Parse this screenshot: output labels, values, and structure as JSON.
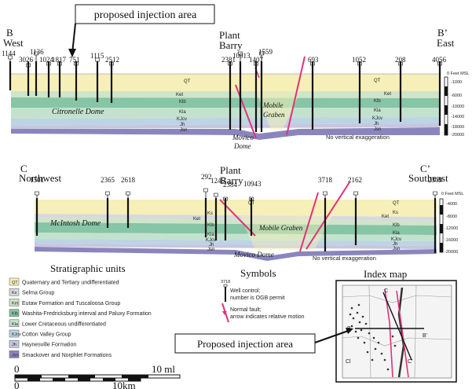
{
  "callout_top": "proposed injection area",
  "section1": {
    "left": {
      "letter": "B",
      "dir": "West"
    },
    "right": {
      "letter": "B’",
      "dir": "East"
    },
    "plant": [
      "Plant",
      "Barry"
    ],
    "wells": [
      "1144",
      "3026",
      "1136",
      "1024",
      "1817",
      "751",
      "1115",
      "2512",
      "2381",
      "10913",
      "1407",
      "1559",
      "693",
      "1052",
      "208",
      "4056"
    ],
    "units": [
      "QT",
      "Ket",
      "Klb",
      "Kla",
      "KJcv",
      "Jh",
      "Jsn"
    ],
    "units_right": [
      "QT",
      "Ket",
      "Klb",
      "Kla",
      "KJcv",
      "Jh",
      "Jsn"
    ],
    "dome": "Citronelle Dome",
    "graben": [
      "Mobile",
      "Graben"
    ],
    "movico": [
      "Movico",
      "Dome"
    ],
    "noexag": "No vertical exaggeration",
    "depth_title": "0 Feet MSL",
    "depth_ticks": [
      "-1000",
      "-6000",
      "-10000",
      "-14000",
      "-18000",
      "-20000"
    ]
  },
  "section2": {
    "left": {
      "letter": "C",
      "dir": "Northwest"
    },
    "right": {
      "letter": "C’",
      "dir": "Southeast"
    },
    "plant": [
      "Plant",
      "Barry"
    ],
    "wells": [
      "1501",
      "2365",
      "2618",
      "292",
      "1246",
      "2384",
      "10943",
      "3718",
      "2162",
      "2309"
    ],
    "units": [
      "QT",
      "Ks",
      "Ket",
      "Klb",
      "Kla",
      "KJcv",
      "Jh",
      "Jsn"
    ],
    "units_right": [
      "QT",
      "Ks",
      "Ket",
      "Klb",
      "Kla",
      "KJcv",
      "Jh",
      "Jsn"
    ],
    "dome": "McIntosh Dome",
    "graben": "Mobile Graben",
    "movico": "Movico Dome",
    "noexag": "No vertical exaggeration",
    "depth_title": "0 Feet MSL",
    "depth_ticks": [
      "-4000",
      "-8000",
      "-12000",
      "-16000",
      "-20000"
    ]
  },
  "stratigraphy": {
    "title": "Stratigraphic units",
    "units": [
      {
        "code": "QT",
        "name": "Quaternary and Tertiary undifferentiated",
        "color": "#f6efb7"
      },
      {
        "code": "Ks",
        "name": "Selma Group",
        "color": "#d7d9de"
      },
      {
        "code": "Ket",
        "name": "Eutaw Formation and Tuscaloosa Group",
        "color": "#cfe4c8"
      },
      {
        "code": "Klb",
        "name": "Washita-Fredricksburg interval and Paluxy Formation",
        "color": "#86c5a6"
      },
      {
        "code": "Kla",
        "name": "Lower Cretaceous undifferentiated",
        "color": "#c3e2ce"
      },
      {
        "code": "KJcv",
        "name": "Cotton Valley Group",
        "color": "#bcd4e4"
      },
      {
        "code": "Jh",
        "name": "Haynesville Formation",
        "color": "#c7c6df"
      },
      {
        "code": "Jsn",
        "name": "Smackover and Norphlet Formations",
        "color": "#8a86bd"
      }
    ]
  },
  "symbols": {
    "title": "Symbols",
    "well_number": "3718",
    "well_text": [
      "Well control;",
      "number is OGB permit"
    ],
    "fault_text": [
      "Normal fault;",
      "arrow indicates relative motion"
    ]
  },
  "index_map": {
    "title": "Index map",
    "labels": [
      "B",
      "B’",
      "C",
      "C’",
      "Cl"
    ]
  },
  "callout_bottom": "Proposed injection area",
  "scale": {
    "top_left": "0",
    "top_right": "10 ml",
    "bottom_left": "0",
    "bottom_right": "10km"
  },
  "colors": {
    "fault": "#e0327a",
    "well": "#111111"
  }
}
